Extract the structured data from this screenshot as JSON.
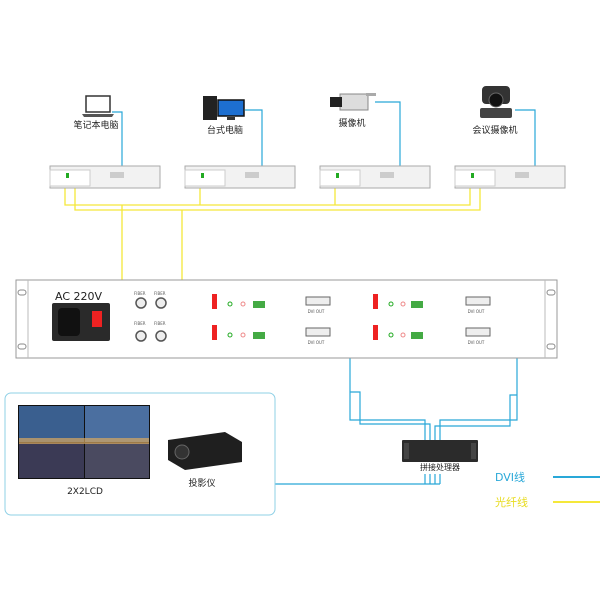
{
  "devices": [
    {
      "label": "笔记本电脑",
      "icon": "laptop-icon"
    },
    {
      "label": "台式电脑",
      "icon": "desktop-computer-icon"
    },
    {
      "label": "摄像机",
      "icon": "camera-icon"
    },
    {
      "label": "会议摄像机",
      "icon": "ptz-camera-icon"
    }
  ],
  "rack": {
    "power_label": "AC 220V",
    "fiber_label": "FIBER",
    "dvi_out_label": "DVI OUT"
  },
  "processor": {
    "label": "拼接处理器"
  },
  "outputs": [
    {
      "label": "2X2LCD"
    },
    {
      "label": "投影仪"
    }
  ],
  "legend": [
    {
      "label": "DVI线",
      "color": "#29a8d8"
    },
    {
      "label": "光纤线",
      "color": "#f5e83a"
    }
  ],
  "colors": {
    "dvi": "#29a8d8",
    "fiber": "#f5e83a",
    "frame": "#8fd0e6"
  }
}
